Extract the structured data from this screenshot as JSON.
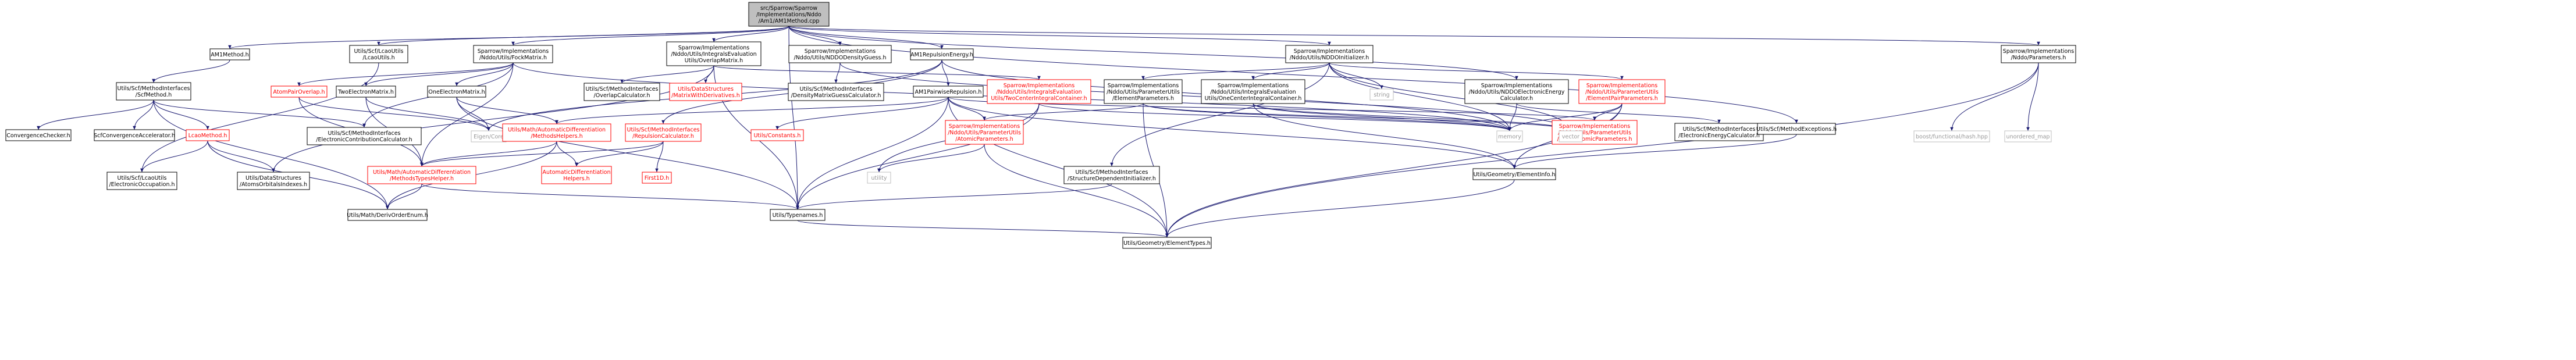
{
  "colors": {
    "edge": "#191970",
    "box_border": "#000000",
    "box_border_truncated": "#ff0000",
    "root_fill": "#bfbfbf",
    "node_fill": "#ffffff",
    "text": "#000000",
    "text_truncated": "#ff0000",
    "external_text": "#999999",
    "external_border": "#bfbfbf"
  },
  "nodes": [
    {
      "id": "root",
      "label": [
        "src/Sparrow/Sparrow",
        "/Implementations/Nddo",
        "/Am1/AM1Method.cpp"
      ],
      "style": "root"
    },
    {
      "id": "am1h",
      "label": [
        "AM1Method.h"
      ],
      "style": "normal"
    },
    {
      "id": "lcao",
      "label": [
        "Utils/Scf/LcaoUtils",
        "/LcaoUtils.h"
      ],
      "style": "normal"
    },
    {
      "id": "fock",
      "label": [
        "Sparrow/Implementations",
        "/Nddo/Utils/FockMatrix.h"
      ],
      "style": "normal"
    },
    {
      "id": "ovlp",
      "label": [
        "Sparrow/Implementations",
        "/Nddo/Utils/IntegralsEvaluation",
        "Utils/OverlapMatrix.h"
      ],
      "style": "normal"
    },
    {
      "id": "denguess",
      "label": [
        "Sparrow/Implementations",
        "/Nddo/Utils/NDDODensityGuess.h"
      ],
      "style": "normal"
    },
    {
      "id": "repen",
      "label": [
        "AM1RepulsionEnergy.h"
      ],
      "style": "normal"
    },
    {
      "id": "nddoinit",
      "label": [
        "Sparrow/Implementations",
        "/Nddo/Utils/NDDOInitializer.h"
      ],
      "style": "normal"
    },
    {
      "id": "nddoparams",
      "label": [
        "Sparrow/Implementations",
        "/Nddo/Parameters.h"
      ],
      "style": "normal"
    },
    {
      "id": "scfmethod",
      "label": [
        "Utils/Scf/MethodInterfaces",
        "/ScfMethod.h"
      ],
      "style": "normal"
    },
    {
      "id": "atompair",
      "label": [
        "AtomPairOverlap.h"
      ],
      "style": "truncated"
    },
    {
      "id": "twoel",
      "label": [
        "TwoElectronMatrix.h"
      ],
      "style": "normal"
    },
    {
      "id": "oneel",
      "label": [
        "OneElectronMatrix.h"
      ],
      "style": "normal"
    },
    {
      "id": "ovlpcalc",
      "label": [
        "Utils/Scf/MethodInterfaces",
        "/OverlapCalculator.h"
      ],
      "style": "normal"
    },
    {
      "id": "matderiv",
      "label": [
        "Utils/DataStructures",
        "/MatrixWithDerivatives.h"
      ],
      "style": "truncated"
    },
    {
      "id": "denguesscalc",
      "label": [
        "Utils/Scf/MethodInterfaces",
        "/DensityMatrixGuessCalculator.h"
      ],
      "style": "normal"
    },
    {
      "id": "am1pair",
      "label": [
        "AM1PairwiseRepulsion.h"
      ],
      "style": "normal"
    },
    {
      "id": "twocenter",
      "label": [
        "Sparrow/Implementations",
        "/Nddo/Utils/IntegralsEvaluation",
        "Utils/TwoCenterIntegralContainer.h"
      ],
      "style": "truncated"
    },
    {
      "id": "elparams",
      "label": [
        "Sparrow/Implementations",
        "/Nddo/Utils/ParameterUtils",
        "/ElementParameters.h"
      ],
      "style": "normal"
    },
    {
      "id": "onecenter",
      "label": [
        "Sparrow/Implementations",
        "/Nddo/Utils/IntegralsEvaluation",
        "Utils/OneCenterIntegralContainer.h"
      ],
      "style": "normal"
    },
    {
      "id": "string",
      "label": [
        "string"
      ],
      "style": "external"
    },
    {
      "id": "nddoelcalc",
      "label": [
        "Sparrow/Implementations",
        "/Nddo/Utils/NDDOElectronicEnergy",
        "Calculator.h"
      ],
      "style": "normal"
    },
    {
      "id": "elpairparams",
      "label": [
        "Sparrow/Implementations",
        "/Nddo/Utils/ParameterUtils",
        "/ElementPairParameters.h"
      ],
      "style": "truncated"
    },
    {
      "id": "convcheck",
      "label": [
        "ConvergenceChecker.h"
      ],
      "style": "normal"
    },
    {
      "id": "scfconv",
      "label": [
        "ScfConvergenceAccelerator.h"
      ],
      "style": "normal"
    },
    {
      "id": "lcaomethod",
      "label": [
        "LcaoMethod.h"
      ],
      "style": "truncated"
    },
    {
      "id": "elcontrib",
      "label": [
        "Utils/Scf/MethodInterfaces",
        "/ElectronicContributionCalculator.h"
      ],
      "style": "normal"
    },
    {
      "id": "eigen",
      "label": [
        "Eigen/Core"
      ],
      "style": "external"
    },
    {
      "id": "autodiffhelpers",
      "label": [
        "Utils/Math/AutomaticDifferentiation",
        "/MethodsHelpers.h"
      ],
      "style": "truncated"
    },
    {
      "id": "repcalc",
      "label": [
        "Utils/Scf/MethodInterfaces",
        "/RepulsionCalculator.h"
      ],
      "style": "truncated"
    },
    {
      "id": "constants",
      "label": [
        "Utils/Constants.h"
      ],
      "style": "truncated"
    },
    {
      "id": "atomicparams",
      "label": [
        "Sparrow/Implementations",
        "/Nddo/Utils/ParameterUtils",
        "/AtomicParameters.h"
      ],
      "style": "truncated"
    },
    {
      "id": "pm6diatomic",
      "label": [
        "Sparrow/Implementations",
        "/Nddo/Utils/ParameterUtils",
        "/PM6DiatomicParameters.h"
      ],
      "style": "truncated"
    },
    {
      "id": "memory",
      "label": [
        "memory"
      ],
      "style": "external"
    },
    {
      "id": "vector",
      "label": [
        "vector"
      ],
      "style": "external"
    },
    {
      "id": "elenergycalc",
      "label": [
        "Utils/Scf/MethodInterfaces",
        "/ElectronicEnergyCalculator.h"
      ],
      "style": "normal"
    },
    {
      "id": "methodexc",
      "label": [
        "Utils/Scf/MethodExceptions.h"
      ],
      "style": "normal"
    },
    {
      "id": "boosthash",
      "label": [
        "boost/functional/hash.hpp"
      ],
      "style": "external"
    },
    {
      "id": "unorderedmap",
      "label": [
        "unordered_map"
      ],
      "style": "external"
    },
    {
      "id": "elocc",
      "label": [
        "Utils/Scf/LcaoUtils",
        "/ElectronicOccupation.h"
      ],
      "style": "normal"
    },
    {
      "id": "atomorbidx",
      "label": [
        "Utils/DataStructures",
        "/AtomsOrbitalsIndexes.h"
      ],
      "style": "normal"
    },
    {
      "id": "autodifftypes",
      "label": [
        "Utils/Math/AutomaticDifferentiation",
        "/MethodsTypesHelper.h"
      ],
      "style": "truncated"
    },
    {
      "id": "autodiffhelpers2",
      "label": [
        "AutomaticDifferentiation",
        "Helpers.h"
      ],
      "style": "truncated"
    },
    {
      "id": "first1d",
      "label": [
        "First1D.h"
      ],
      "style": "truncated"
    },
    {
      "id": "utility",
      "label": [
        "utility"
      ],
      "style": "external"
    },
    {
      "id": "statedep",
      "label": [
        "Utils/Scf/MethodInterfaces",
        "/StructureDependentInitializer.h"
      ],
      "style": "normal"
    },
    {
      "id": "elinfo",
      "label": [
        "Utils/Geometry/ElementInfo.h"
      ],
      "style": "normal"
    },
    {
      "id": "derivorder",
      "label": [
        "Utils/Math/DerivOrderEnum.h"
      ],
      "style": "normal"
    },
    {
      "id": "typenames",
      "label": [
        "Utils/Typenames.h"
      ],
      "style": "normal"
    },
    {
      "id": "eltypes",
      "label": [
        "Utils/Geometry/ElementTypes.h"
      ],
      "style": "normal"
    }
  ],
  "edges": [
    [
      "root",
      "am1h"
    ],
    [
      "root",
      "lcao"
    ],
    [
      "root",
      "fock"
    ],
    [
      "root",
      "ovlp"
    ],
    [
      "root",
      "denguess"
    ],
    [
      "root",
      "repen"
    ],
    [
      "root",
      "nddoinit"
    ],
    [
      "root",
      "nddoparams"
    ],
    [
      "root",
      "nddoelcalc"
    ],
    [
      "root",
      "methodexc"
    ],
    [
      "root",
      "typenames"
    ],
    [
      "am1h",
      "scfmethod"
    ],
    [
      "lcao",
      "elocc"
    ],
    [
      "scfmethod",
      "convcheck"
    ],
    [
      "scfmethod",
      "scfconv"
    ],
    [
      "scfmethod",
      "lcaomethod"
    ],
    [
      "scfmethod",
      "derivorder"
    ],
    [
      "scfmethod",
      "elcontrib"
    ],
    [
      "lcaomethod",
      "elocc"
    ],
    [
      "lcaomethod",
      "atomorbidx"
    ],
    [
      "lcaomethod",
      "derivorder"
    ],
    [
      "fock",
      "atompair"
    ],
    [
      "fock",
      "twoel"
    ],
    [
      "fock",
      "oneel"
    ],
    [
      "fock",
      "elcontrib"
    ],
    [
      "fock",
      "autodifftypes"
    ],
    [
      "fock",
      "memory"
    ],
    [
      "atompair",
      "eigen"
    ],
    [
      "atompair",
      "autodifftypes"
    ],
    [
      "twoel",
      "eigen"
    ],
    [
      "twoel",
      "autodifftypes"
    ],
    [
      "oneel",
      "eigen"
    ],
    [
      "oneel",
      "autodiffhelpers"
    ],
    [
      "oneel",
      "typenames"
    ],
    [
      "ovlp",
      "ovlpcalc"
    ],
    [
      "ovlp",
      "matderiv"
    ],
    [
      "ovlp",
      "twocenter"
    ],
    [
      "ovlp",
      "atomorbidx"
    ],
    [
      "ovlp",
      "typenames"
    ],
    [
      "denguess",
      "denguesscalc"
    ],
    [
      "denguess",
      "vector"
    ],
    [
      "repen",
      "am1pair"
    ],
    [
      "repen",
      "repcalc"
    ],
    [
      "repen",
      "memory"
    ],
    [
      "repen",
      "eigen"
    ],
    [
      "am1pair",
      "autodiffhelpers"
    ],
    [
      "am1pair",
      "constants"
    ],
    [
      "am1pair",
      "atomicparams"
    ],
    [
      "am1pair",
      "pm6diatomic"
    ],
    [
      "am1pair",
      "elinfo"
    ],
    [
      "am1pair",
      "typenames"
    ],
    [
      "am1pair",
      "eltypes"
    ],
    [
      "twocenter",
      "utility"
    ],
    [
      "twocenter",
      "memory"
    ],
    [
      "twocenter",
      "typenames"
    ],
    [
      "nddoinit",
      "elparams"
    ],
    [
      "nddoinit",
      "onecenter"
    ],
    [
      "nddoinit",
      "string"
    ],
    [
      "nddoinit",
      "elpairparams"
    ],
    [
      "nddoinit",
      "statedep"
    ],
    [
      "nddoinit",
      "memory"
    ],
    [
      "nddoinit",
      "vector"
    ],
    [
      "elparams",
      "atomicparams"
    ],
    [
      "elparams",
      "eltypes"
    ],
    [
      "elparams",
      "memory"
    ],
    [
      "elparams",
      "vector"
    ],
    [
      "onecenter",
      "memory"
    ],
    [
      "onecenter",
      "vector"
    ],
    [
      "onecenter",
      "elinfo"
    ],
    [
      "nddoelcalc",
      "elenergycalc"
    ],
    [
      "nddoelcalc",
      "memory"
    ],
    [
      "elpairparams",
      "pm6diatomic"
    ],
    [
      "elpairparams",
      "memory"
    ],
    [
      "elpairparams",
      "elinfo"
    ],
    [
      "elpairparams",
      "eltypes"
    ],
    [
      "nddoparams",
      "boosthash"
    ],
    [
      "nddoparams",
      "unorderedmap"
    ],
    [
      "nddoparams",
      "eltypes"
    ],
    [
      "methodexc",
      "elinfo"
    ],
    [
      "autodiffhelpers",
      "autodifftypes"
    ],
    [
      "autodiffhelpers",
      "autodiffhelpers2"
    ],
    [
      "autodiffhelpers",
      "derivorder"
    ],
    [
      "repcalc",
      "autodifftypes"
    ],
    [
      "repcalc",
      "autodiffhelpers2"
    ],
    [
      "repcalc",
      "first1d"
    ],
    [
      "autodifftypes",
      "derivorder"
    ],
    [
      "autodifftypes",
      "typenames"
    ],
    [
      "atomicparams",
      "utility"
    ],
    [
      "atomicparams",
      "eltypes"
    ],
    [
      "statedep",
      "typenames"
    ],
    [
      "elinfo",
      "eltypes"
    ],
    [
      "typenames",
      "eltypes"
    ]
  ]
}
